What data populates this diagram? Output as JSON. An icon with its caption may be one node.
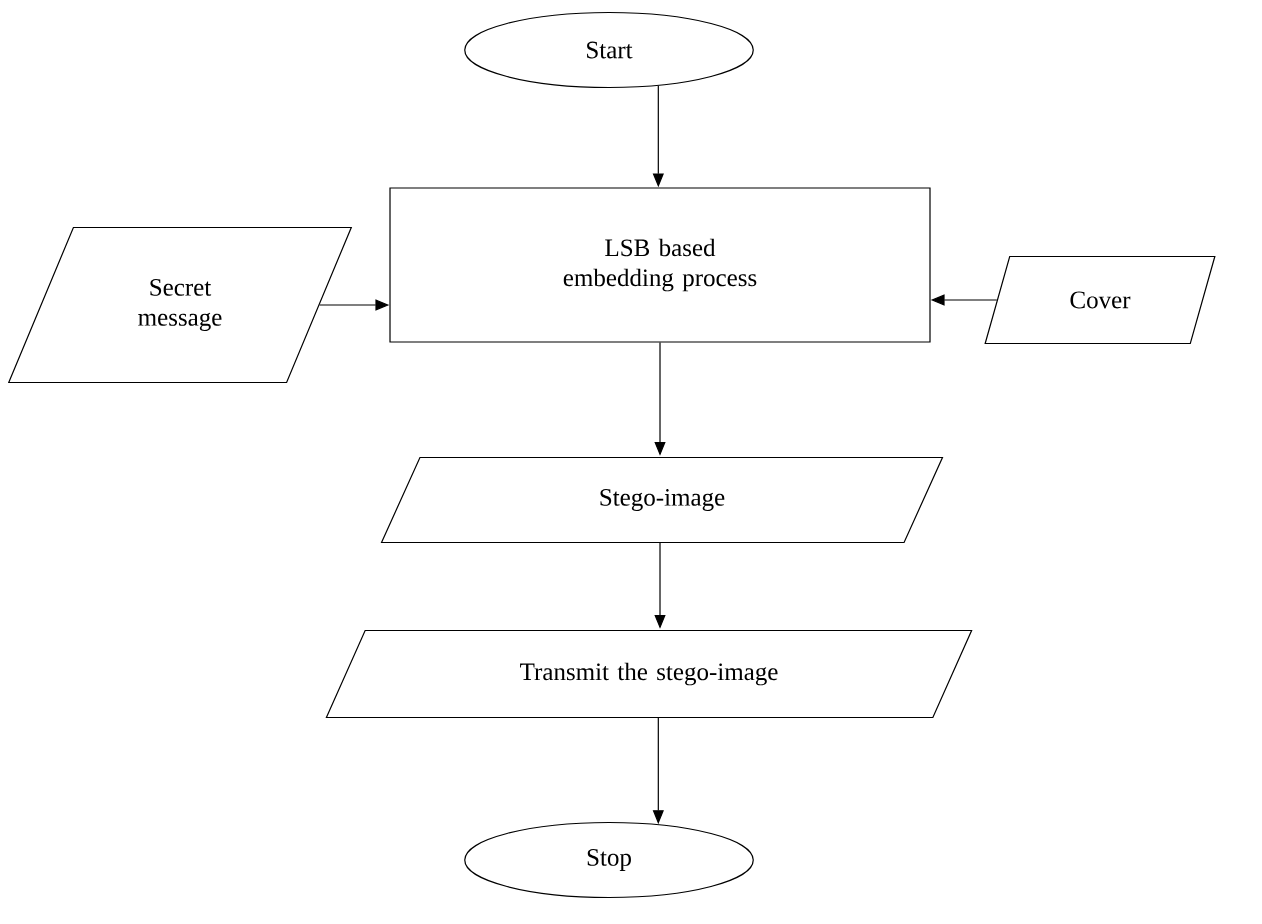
{
  "diagram": {
    "nodes": [
      {
        "text": [
          "Start"
        ]
      },
      {
        "text": [
          "LSB based embedding process"
        ]
      },
      {
        "text": [
          "Secret message"
        ]
      },
      {
        "text": [
          "Cover"
        ]
      },
      {
        "text": [
          "Stego-image"
        ]
      },
      {
        "text": [
          "Transmit the stego-image"
        ]
      },
      {
        "text": [
          "Stop"
        ]
      }
    ],
    "edges": [
      {
        "from": 0,
        "to": 1,
        "arrow": "to"
      },
      {
        "from": 2,
        "to": 1,
        "arrow": "to"
      },
      {
        "from": 3,
        "to": 1,
        "arrow": "to"
      },
      {
        "from": 1,
        "to": 4,
        "arrow": "to"
      },
      {
        "from": 4,
        "to": 5,
        "arrow": "to"
      },
      {
        "from": 5,
        "to": 6,
        "arrow": "to"
      }
    ]
  }
}
